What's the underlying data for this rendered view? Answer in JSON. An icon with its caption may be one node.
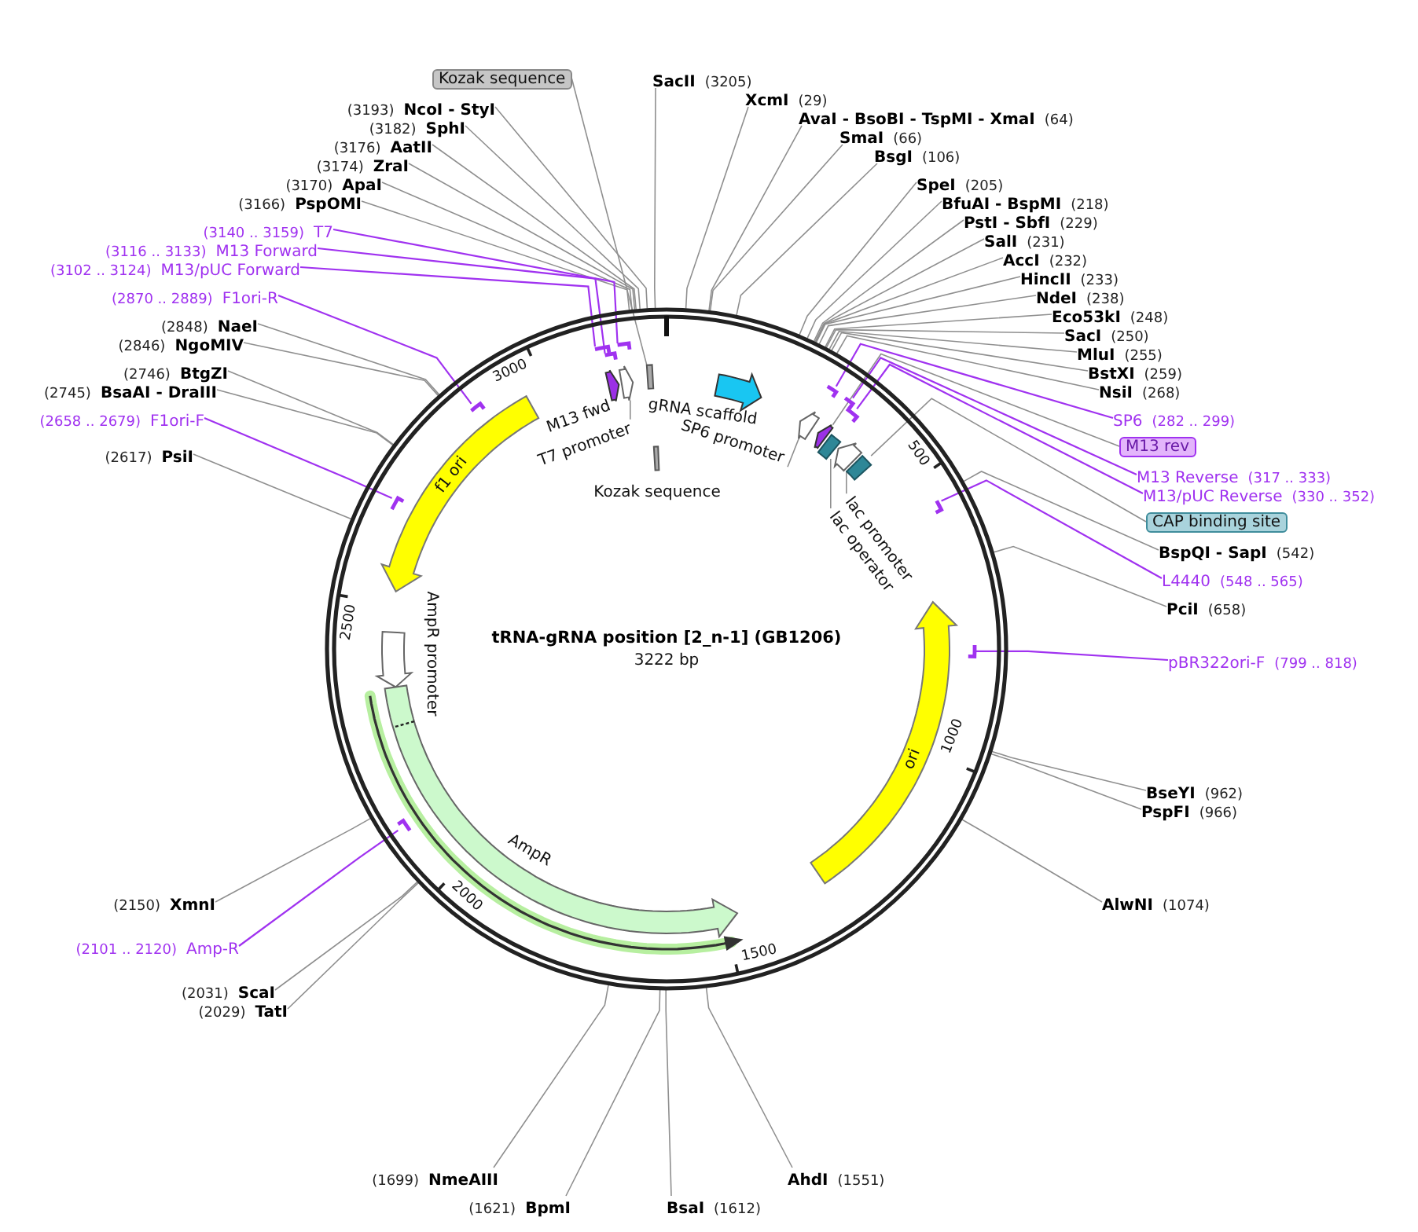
{
  "diagram": {
    "title": "tRNA-gRNA position [2_n-1] (GB1206)",
    "nodes": [
      {
        "text": [
          "(3193)",
          "NcoI - StyI"
        ]
      },
      {
        "text": [
          "(3182)",
          "SphI"
        ]
      },
      {
        "text": [
          "(3176)",
          "AatII"
        ]
      },
      {
        "text": [
          "(3174)",
          "ZraI"
        ]
      },
      {
        "text": [
          "(3170)",
          "ApaI"
        ]
      },
      {
        "text": [
          "(3166)",
          "PspOMI"
        ]
      },
      {
        "text": [
          "(3140 .. 3159)",
          "T7"
        ]
      },
      {
        "text": [
          "(3116 .. 3133)",
          "M13 Forward"
        ]
      },
      {
        "text": [
          "(3102 .. 3124)",
          "M13/pUC Forward"
        ]
      },
      {
        "text": [
          "(2870 .. 2889)",
          "F1ori-R"
        ]
      },
      {
        "text": [
          "(2848)",
          "NaeI"
        ]
      },
      {
        "text": [
          "(2846)",
          "NgoMIV"
        ]
      },
      {
        "text": [
          "(2746)",
          "BtgZI"
        ]
      },
      {
        "text": [
          "(2745)",
          "BsaAI - DraIII"
        ]
      },
      {
        "text": [
          "(2658 .. 2679)",
          "F1ori-F"
        ]
      },
      {
        "text": [
          "(2617)",
          "PsiI"
        ]
      },
      {
        "text": [
          "Kozak sequence"
        ]
      },
      {
        "text": [
          "SacII",
          "(3205)"
        ]
      },
      {
        "text": [
          "XcmI",
          "(29)"
        ]
      },
      {
        "text": [
          "AvaI - BsoBI - TspMI - XmaI",
          "(64)"
        ]
      },
      {
        "text": [
          "SmaI",
          "(66)"
        ]
      },
      {
        "text": [
          "BsgI",
          "(106)"
        ]
      },
      {
        "text": [
          "SpeI",
          "(205)"
        ]
      },
      {
        "text": [
          "BfuAI - BspMI",
          "(218)"
        ]
      },
      {
        "text": [
          "PstI - SbfI",
          "(229)"
        ]
      },
      {
        "text": [
          "SalI",
          "(231)"
        ]
      },
      {
        "text": [
          "AccI",
          "(232)"
        ]
      },
      {
        "text": [
          "HincII",
          "(233)"
        ]
      },
      {
        "text": [
          "NdeI",
          "(238)"
        ]
      },
      {
        "text": [
          "Eco53kI",
          "(248)"
        ]
      },
      {
        "text": [
          "SacI",
          "(250)"
        ]
      },
      {
        "text": [
          "MluI",
          "(255)"
        ]
      },
      {
        "text": [
          "BstXI",
          "(259)"
        ]
      },
      {
        "text": [
          "NsiI",
          "(268)"
        ]
      },
      {
        "text": [
          "SP6",
          "(282 .. 299)"
        ]
      },
      {
        "text": [
          "M13 rev"
        ]
      },
      {
        "text": [
          "M13 Reverse",
          "(317 .. 333)"
        ]
      },
      {
        "text": [
          "M13/pUC Reverse",
          "(330 .. 352)"
        ]
      },
      {
        "text": [
          "CAP binding site"
        ]
      },
      {
        "text": [
          "BspQI - SapI",
          "(542)"
        ]
      },
      {
        "text": [
          "L4440",
          "(548 .. 565)"
        ]
      },
      {
        "text": [
          "PciI",
          "(658)"
        ]
      },
      {
        "text": [
          "pBR322ori-F",
          "(799 .. 818)"
        ]
      },
      {
        "text": [
          "BseYI",
          "(962)"
        ]
      },
      {
        "text": [
          "PspFI",
          "(966)"
        ]
      },
      {
        "text": [
          "AlwNI",
          "(1074)"
        ]
      },
      {
        "text": [
          "(1699)",
          "NmeAIII"
        ]
      },
      {
        "text": [
          "AhdI",
          "(1551)"
        ]
      },
      {
        "text": [
          "(1621)",
          "BpmI"
        ]
      },
      {
        "text": [
          "BsaI",
          "(1612)"
        ]
      },
      {
        "text": [
          "(2150)",
          "XmnI"
        ]
      },
      {
        "text": [
          "(2101 .. 2120)",
          "Amp-R"
        ]
      },
      {
        "text": [
          "(2031)",
          "ScaI"
        ]
      },
      {
        "text": [
          "(2029)",
          "TatI"
        ]
      },
      {
        "text": [
          "f1 ori"
        ]
      },
      {
        "text": [
          "M13 fwd"
        ]
      },
      {
        "text": [
          "T7 promoter"
        ]
      },
      {
        "text": [
          "gRNA scaffold"
        ]
      },
      {
        "text": [
          "SP6 promoter"
        ]
      },
      {
        "text": [
          "Kozak sequence"
        ]
      },
      {
        "text": [
          "lac promoter"
        ]
      },
      {
        "text": [
          "lac operator"
        ]
      },
      {
        "text": [
          "AmpR promoter"
        ]
      },
      {
        "text": [
          "ori"
        ]
      },
      {
        "text": [
          "AmpR"
        ]
      },
      {
        "text": [],
        "shape": "box"
      },
      {
        "text": [],
        "shape": "arrow"
      },
      {
        "text": [],
        "shape": "arrow"
      },
      {
        "text": [],
        "shape": "arrow"
      },
      {
        "text": [],
        "shape": "box"
      },
      {
        "text": [],
        "shape": "arrow"
      },
      {
        "text": [],
        "shape": "box"
      },
      {
        "text": [],
        "shape": "bar"
      },
      {
        "text": [],
        "shape": "bar"
      },
      {
        "text": [],
        "shape": "bar"
      },
      {
        "text": [],
        "shape": "bar"
      },
      {
        "text": [],
        "shape": "bar"
      },
      {
        "text": [],
        "shape": "bar"
      },
      {
        "text": [],
        "shape": "bar"
      },
      {
        "text": [],
        "shape": "bar"
      },
      {
        "text": [],
        "shape": "bar"
      },
      {
        "text": [],
        "shape": "bar"
      },
      {
        "text": [],
        "shape": "bar"
      }
    ],
    "edges": [
      {
        "from": 0,
        "to": null,
        "arrow": "none"
      },
      {
        "from": 1,
        "to": null,
        "arrow": "none"
      },
      {
        "from": 2,
        "to": null,
        "arrow": "none"
      },
      {
        "from": 3,
        "to": null,
        "arrow": "none"
      },
      {
        "from": 4,
        "to": null,
        "arrow": "none"
      },
      {
        "from": 5,
        "to": null,
        "arrow": "none"
      },
      {
        "from": 6,
        "to": 72,
        "arrow": "none",
        "color": "#a032f0"
      },
      {
        "from": 7,
        "to": 73,
        "arrow": "none",
        "color": "#a032f0"
      },
      {
        "from": 8,
        "to": 74,
        "arrow": "none",
        "color": "#a032f0"
      },
      {
        "from": 9,
        "to": 75,
        "arrow": "none",
        "color": "#a032f0"
      },
      {
        "from": 10,
        "to": null,
        "arrow": "none"
      },
      {
        "from": 11,
        "to": null,
        "arrow": "none"
      },
      {
        "from": 12,
        "to": null,
        "arrow": "none"
      },
      {
        "from": 13,
        "to": null,
        "arrow": "none"
      },
      {
        "from": 14,
        "to": 76,
        "arrow": "none",
        "color": "#a032f0"
      },
      {
        "from": 15,
        "to": null,
        "arrow": "none"
      },
      {
        "from": 16,
        "to": 65,
        "arrow": "none"
      },
      {
        "from": 17,
        "to": null,
        "arrow": "none"
      },
      {
        "from": 18,
        "to": null,
        "arrow": "none"
      },
      {
        "from": 19,
        "to": null,
        "arrow": "none"
      },
      {
        "from": 20,
        "to": null,
        "arrow": "none"
      },
      {
        "from": 21,
        "to": null,
        "arrow": "none"
      },
      {
        "from": 22,
        "to": null,
        "arrow": "none"
      },
      {
        "from": 23,
        "to": null,
        "arrow": "none"
      },
      {
        "from": 24,
        "to": null,
        "arrow": "none"
      },
      {
        "from": 25,
        "to": null,
        "arrow": "none"
      },
      {
        "from": 26,
        "to": null,
        "arrow": "none"
      },
      {
        "from": 27,
        "to": null,
        "arrow": "none"
      },
      {
        "from": 28,
        "to": null,
        "arrow": "none"
      },
      {
        "from": 29,
        "to": null,
        "arrow": "none"
      },
      {
        "from": 30,
        "to": null,
        "arrow": "none"
      },
      {
        "from": 31,
        "to": null,
        "arrow": "none"
      },
      {
        "from": 32,
        "to": null,
        "arrow": "none"
      },
      {
        "from": 33,
        "to": null,
        "arrow": "none"
      },
      {
        "from": 34,
        "to": 77,
        "arrow": "none",
        "color": "#a032f0"
      },
      {
        "from": 35,
        "to": 68,
        "arrow": "none"
      },
      {
        "from": 36,
        "to": 78,
        "arrow": "none",
        "color": "#a032f0"
      },
      {
        "from": 37,
        "to": 79,
        "arrow": "none",
        "color": "#a032f0"
      },
      {
        "from": 38,
        "to": 71,
        "arrow": "none"
      },
      {
        "from": 39,
        "to": null,
        "arrow": "none"
      },
      {
        "from": 40,
        "to": 80,
        "arrow": "none",
        "color": "#a032f0"
      },
      {
        "from": 41,
        "to": null,
        "arrow": "none"
      },
      {
        "from": 42,
        "to": 81,
        "arrow": "none",
        "color": "#a032f0"
      },
      {
        "from": 43,
        "to": null,
        "arrow": "none"
      },
      {
        "from": 44,
        "to": null,
        "arrow": "none"
      },
      {
        "from": 45,
        "to": null,
        "arrow": "none"
      },
      {
        "from": 46,
        "to": null,
        "arrow": "none"
      },
      {
        "from": 47,
        "to": null,
        "arrow": "none"
      },
      {
        "from": 48,
        "to": null,
        "arrow": "none"
      },
      {
        "from": 49,
        "to": null,
        "arrow": "none"
      },
      {
        "from": 50,
        "to": null,
        "arrow": "none"
      },
      {
        "from": 51,
        "to": 82,
        "arrow": "none",
        "color": "#a032f0"
      },
      {
        "from": 52,
        "to": null,
        "arrow": "none"
      },
      {
        "from": 53,
        "to": null,
        "arrow": "none"
      },
      {
        "from": 56,
        "to": 66,
        "arrow": "none"
      },
      {
        "from": 58,
        "to": 67,
        "arrow": "none"
      },
      {
        "from": 60,
        "to": 70,
        "arrow": "none"
      },
      {
        "from": 61,
        "to": 69,
        "arrow": "none"
      }
    ],
    "labels": [
      "3000",
      "500",
      "2500",
      "3222 bp",
      "1000",
      "2000",
      "1500"
    ]
  }
}
